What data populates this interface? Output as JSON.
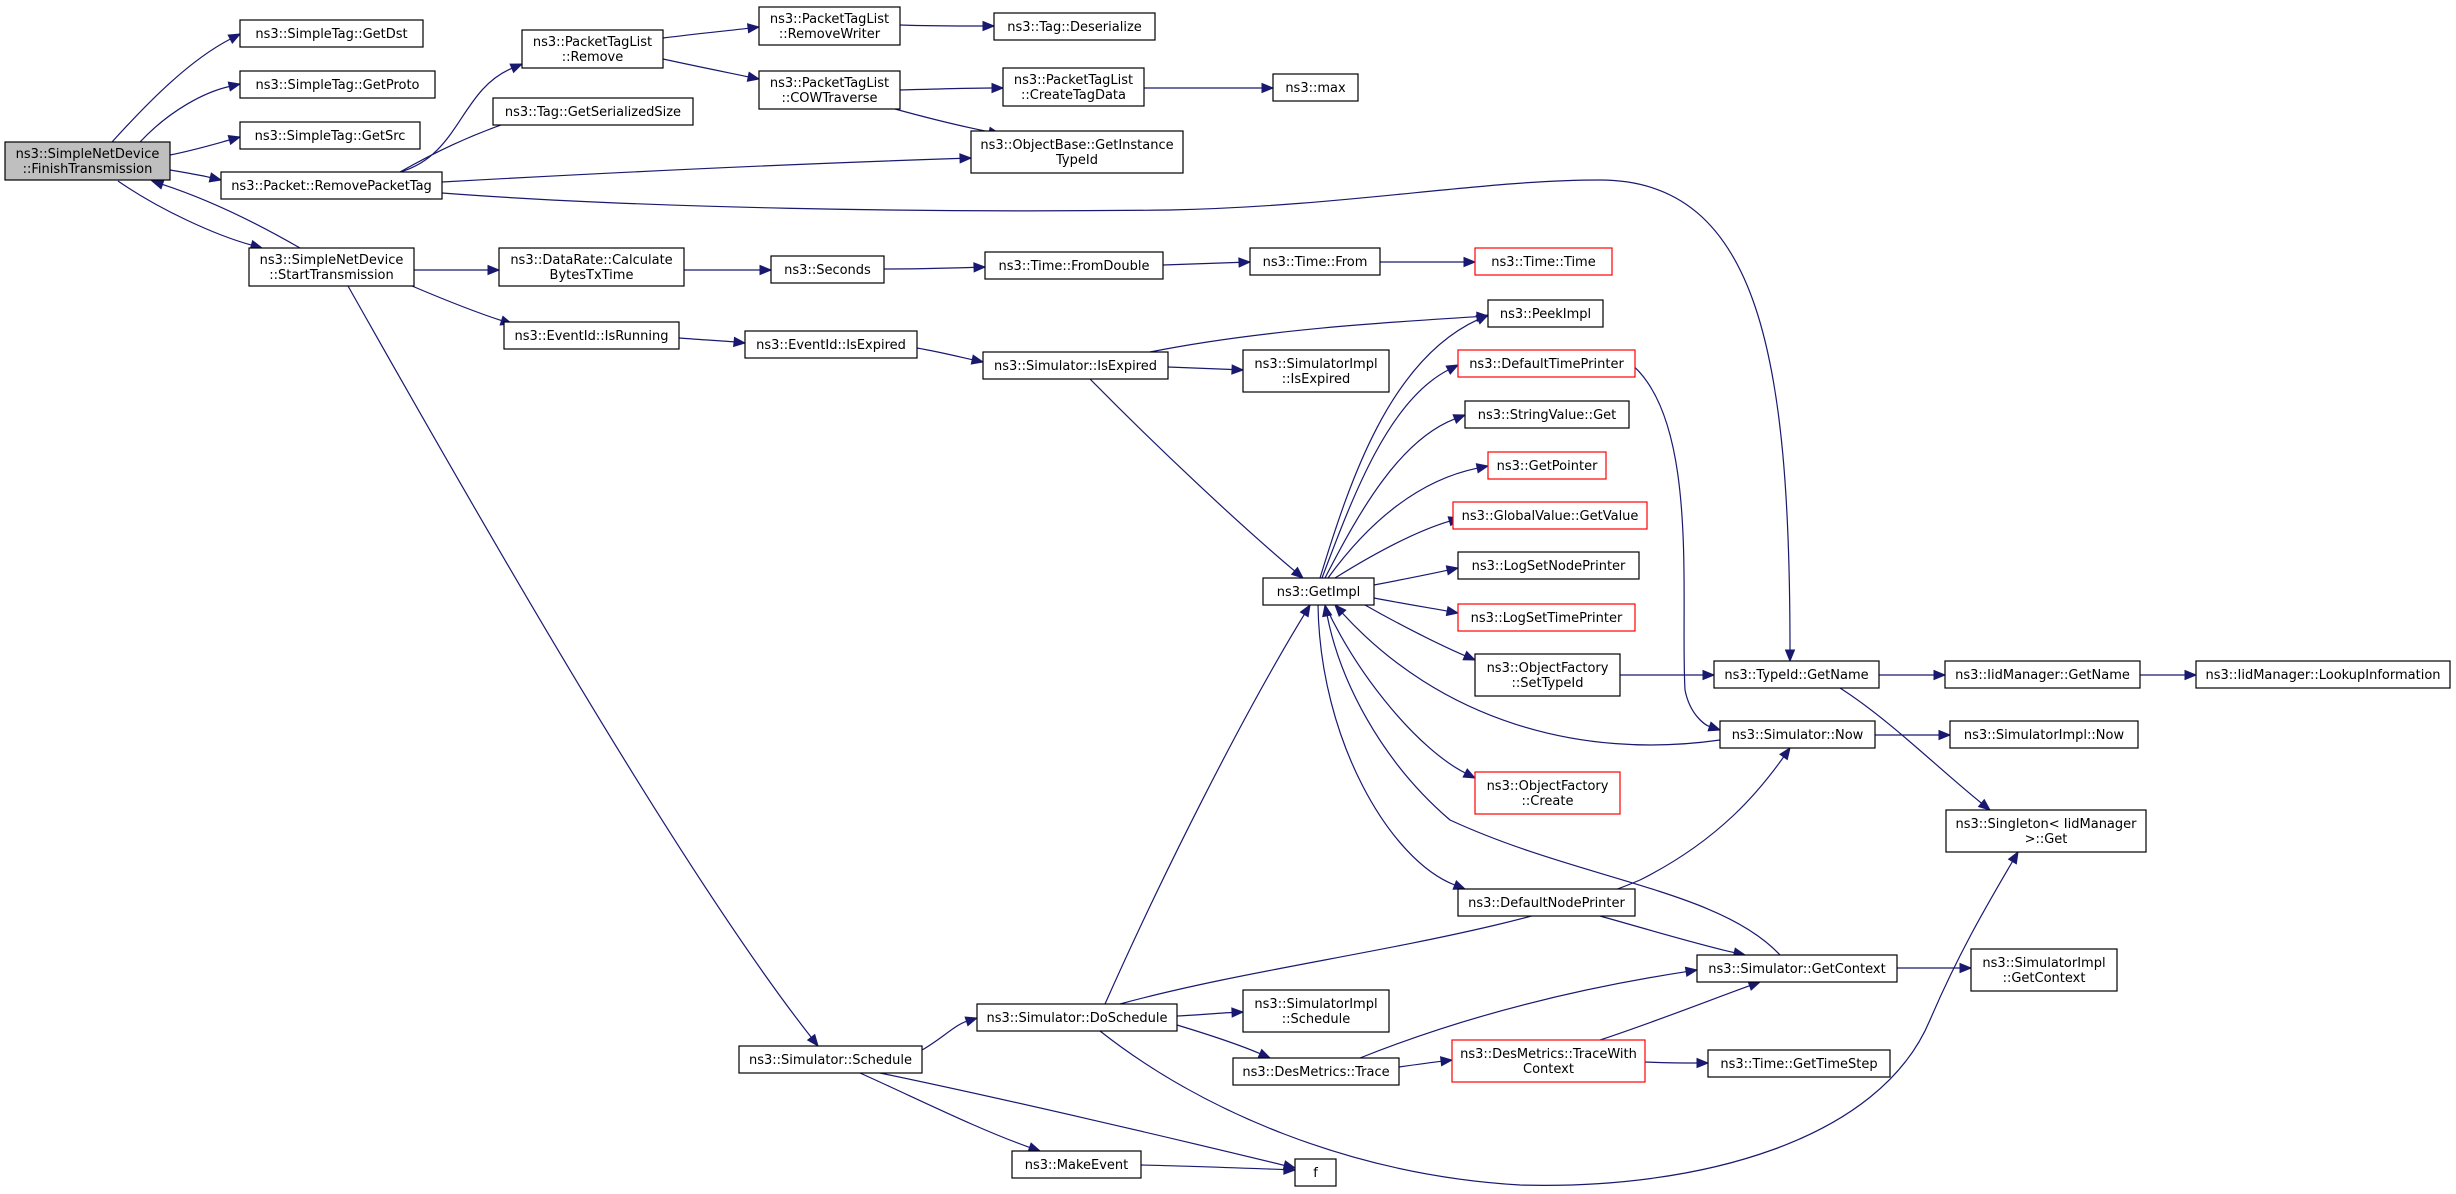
{
  "diagram": {
    "colors": {
      "edge": "#191970",
      "normal_border": "#000000",
      "truncated_border": "#ff0000",
      "focus_fill": "#bfbfbf",
      "fill": "#ffffff"
    },
    "nodes": [
      {
        "id": "n_finish",
        "lines": [
          "ns3::SimpleNetDevice",
          "::FinishTransmission"
        ],
        "style": "focus"
      },
      {
        "id": "n_getdst",
        "lines": [
          "ns3::SimpleTag::GetDst"
        ],
        "style": "normal"
      },
      {
        "id": "n_getproto",
        "lines": [
          "ns3::SimpleTag::GetProto"
        ],
        "style": "normal"
      },
      {
        "id": "n_getsrc",
        "lines": [
          "ns3::SimpleTag::GetSrc"
        ],
        "style": "normal"
      },
      {
        "id": "n_removepackettag",
        "lines": [
          "ns3::Packet::RemovePacketTag"
        ],
        "style": "normal"
      },
      {
        "id": "n_starttx",
        "lines": [
          "ns3::SimpleNetDevice",
          "::StartTransmission"
        ],
        "style": "normal"
      },
      {
        "id": "n_ptl_remove",
        "lines": [
          "ns3::PacketTagList",
          "::Remove"
        ],
        "style": "normal"
      },
      {
        "id": "n_tag_serialsize",
        "lines": [
          "ns3::Tag::GetSerializedSize"
        ],
        "style": "normal"
      },
      {
        "id": "n_ptl_removewriter",
        "lines": [
          "ns3::PacketTagList",
          "::RemoveWriter"
        ],
        "style": "normal"
      },
      {
        "id": "n_ptl_cow",
        "lines": [
          "ns3::PacketTagList",
          "::COWTraverse"
        ],
        "style": "normal"
      },
      {
        "id": "n_tag_deser",
        "lines": [
          "ns3::Tag::Deserialize"
        ],
        "style": "normal"
      },
      {
        "id": "n_ptl_create",
        "lines": [
          "ns3::PacketTagList",
          "::CreateTagData"
        ],
        "style": "normal"
      },
      {
        "id": "n_max",
        "lines": [
          "ns3::max"
        ],
        "style": "normal"
      },
      {
        "id": "n_objbase",
        "lines": [
          "ns3::ObjectBase::GetInstance",
          "TypeId"
        ],
        "style": "normal"
      },
      {
        "id": "n_datarate",
        "lines": [
          "ns3::DataRate::Calculate",
          "BytesTxTime"
        ],
        "style": "normal"
      },
      {
        "id": "n_seconds",
        "lines": [
          "ns3::Seconds"
        ],
        "style": "normal"
      },
      {
        "id": "n_fromdouble",
        "lines": [
          "ns3::Time::FromDouble"
        ],
        "style": "normal"
      },
      {
        "id": "n_from",
        "lines": [
          "ns3::Time::From"
        ],
        "style": "normal"
      },
      {
        "id": "n_time",
        "lines": [
          "ns3::Time::Time"
        ],
        "style": "truncated"
      },
      {
        "id": "n_isrunning",
        "lines": [
          "ns3::EventId::IsRunning"
        ],
        "style": "normal"
      },
      {
        "id": "n_isexpired_ev",
        "lines": [
          "ns3::EventId::IsExpired"
        ],
        "style": "normal"
      },
      {
        "id": "n_sim_isexpired",
        "lines": [
          "ns3::Simulator::IsExpired"
        ],
        "style": "normal"
      },
      {
        "id": "n_simimpl_isexpired",
        "lines": [
          "ns3::SimulatorImpl",
          "::IsExpired"
        ],
        "style": "normal"
      },
      {
        "id": "n_peekimpl",
        "lines": [
          "ns3::PeekImpl"
        ],
        "style": "normal"
      },
      {
        "id": "n_deftimeprinter",
        "lines": [
          "ns3::DefaultTimePrinter"
        ],
        "style": "truncated"
      },
      {
        "id": "n_stringvalue",
        "lines": [
          "ns3::StringValue::Get"
        ],
        "style": "normal"
      },
      {
        "id": "n_getpointer",
        "lines": [
          "ns3::GetPointer"
        ],
        "style": "truncated"
      },
      {
        "id": "n_globalvalue",
        "lines": [
          "ns3::GlobalValue::GetValue"
        ],
        "style": "truncated"
      },
      {
        "id": "n_logsetnode",
        "lines": [
          "ns3::LogSetNodePrinter"
        ],
        "style": "normal"
      },
      {
        "id": "n_logsettime",
        "lines": [
          "ns3::LogSetTimePrinter"
        ],
        "style": "truncated"
      },
      {
        "id": "n_getimpl",
        "lines": [
          "ns3::GetImpl"
        ],
        "style": "normal"
      },
      {
        "id": "n_of_settypeid",
        "lines": [
          "ns3::ObjectFactory",
          "::SetTypeId"
        ],
        "style": "normal"
      },
      {
        "id": "n_of_create",
        "lines": [
          "ns3::ObjectFactory",
          "::Create"
        ],
        "style": "truncated"
      },
      {
        "id": "n_defnodeprinter",
        "lines": [
          "ns3::DefaultNodePrinter"
        ],
        "style": "normal"
      },
      {
        "id": "n_typeid_getname",
        "lines": [
          "ns3::TypeId::GetName"
        ],
        "style": "normal"
      },
      {
        "id": "n_iid_getname",
        "lines": [
          "ns3::IidManager::GetName"
        ],
        "style": "normal"
      },
      {
        "id": "n_iid_lookup",
        "lines": [
          "ns3::IidManager::LookupInformation"
        ],
        "style": "normal"
      },
      {
        "id": "n_sim_now",
        "lines": [
          "ns3::Simulator::Now"
        ],
        "style": "normal"
      },
      {
        "id": "n_simimpl_now",
        "lines": [
          "ns3::SimulatorImpl::Now"
        ],
        "style": "normal"
      },
      {
        "id": "n_singleton",
        "lines": [
          "ns3::Singleton< IidManager",
          " >::Get"
        ],
        "style": "normal"
      },
      {
        "id": "n_sim_getcontext",
        "lines": [
          "ns3::Simulator::GetContext"
        ],
        "style": "normal"
      },
      {
        "id": "n_simimpl_getcontext",
        "lines": [
          "ns3::SimulatorImpl",
          "::GetContext"
        ],
        "style": "normal"
      },
      {
        "id": "n_sim_doschedule",
        "lines": [
          "ns3::Simulator::DoSchedule"
        ],
        "style": "normal"
      },
      {
        "id": "n_simimpl_schedule",
        "lines": [
          "ns3::SimulatorImpl",
          "::Schedule"
        ],
        "style": "normal"
      },
      {
        "id": "n_sim_schedule",
        "lines": [
          "ns3::Simulator::Schedule"
        ],
        "style": "normal"
      },
      {
        "id": "n_desmetrics_trace",
        "lines": [
          "ns3::DesMetrics::Trace"
        ],
        "style": "normal"
      },
      {
        "id": "n_desmetrics_twc",
        "lines": [
          "ns3::DesMetrics::TraceWith",
          "Context"
        ],
        "style": "truncated"
      },
      {
        "id": "n_gettimestep",
        "lines": [
          "ns3::Time::GetTimeStep"
        ],
        "style": "normal"
      },
      {
        "id": "n_makeevent",
        "lines": [
          "ns3::MakeEvent"
        ],
        "style": "normal"
      },
      {
        "id": "n_f",
        "lines": [
          "f"
        ],
        "style": "normal"
      }
    ]
  }
}
